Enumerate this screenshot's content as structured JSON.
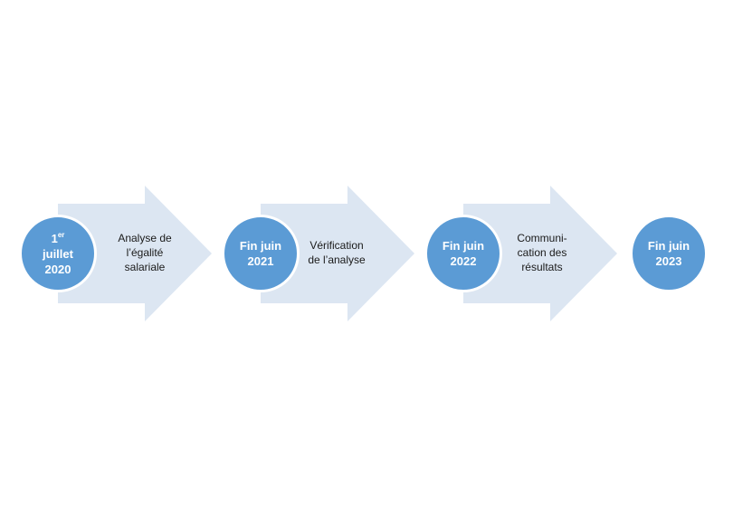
{
  "colors": {
    "arrow_fill": "#dce6f2",
    "circle_fill": "#5b9bd5",
    "circle_text": "#ffffff",
    "step_text": "#1a1a1a"
  },
  "milestones": [
    {
      "line1_main": "1",
      "line1_sup": "er",
      "line2": "juillet",
      "line3": "2020"
    },
    {
      "line1": "Fin juin",
      "line2": "2021"
    },
    {
      "line1": "Fin juin",
      "line2": "2022"
    },
    {
      "line1": "Fin juin",
      "line2": "2023"
    }
  ],
  "steps": [
    {
      "lines": [
        "Analyse de",
        "l’égalité",
        "salariale"
      ]
    },
    {
      "lines": [
        "Vérification",
        "de l’analyse"
      ]
    },
    {
      "lines": [
        "Communi-",
        "cation des",
        "résultats"
      ]
    }
  ]
}
